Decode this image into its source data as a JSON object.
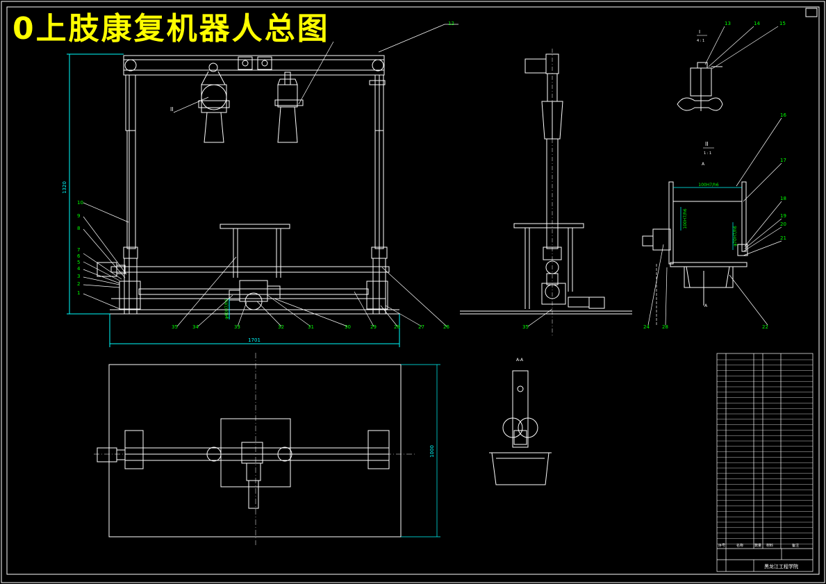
{
  "title": "0上肢康复机器人总图",
  "callouts": {
    "n1": "1",
    "n2": "2",
    "n3": "3",
    "n4": "4",
    "n5": "5",
    "n6": "6",
    "n7": "7",
    "n8": "8",
    "n9": "9",
    "n10": "10",
    "n12": "12",
    "n13": "13",
    "n14": "14",
    "n15": "15",
    "n16": "16",
    "n17": "17",
    "n18": "18",
    "n19": "19",
    "n20": "20",
    "n21": "21",
    "n22": "22",
    "n24": "24",
    "n26": "26",
    "n27": "27",
    "n28": "28",
    "n28b": "28",
    "n29": "29",
    "n30": "30",
    "n31": "31",
    "n32": "32",
    "n33": "33",
    "n34": "34",
    "n35": "35",
    "n35b": "35"
  },
  "dimensions": {
    "front_height": "1320",
    "front_width": "1701",
    "plan_height": "1000",
    "detail_width": "100H7/h6",
    "detail_v1": "100H7/h6",
    "detail_v2": "φ70H7/h6",
    "front_small": "φ40H7/h6"
  },
  "section_marks": {
    "view_I": "I",
    "view_I_scale": "4 : 1",
    "view_II": "II",
    "view_II_scale": "1 : 1",
    "front_II": "II",
    "aa_top": "A-A",
    "a_left": "A",
    "a_bottom": "A"
  },
  "title_block": {
    "col_header_1": "序号",
    "col_header_2": "名称",
    "col_header_3": "数量",
    "col_header_4": "材料",
    "col_header_5": "备注",
    "company": "黑龙江工程学院"
  },
  "colors": {
    "background": "#000000",
    "line": "#ffffff",
    "dimension": "#00ffff",
    "title": "#ffff00",
    "label": "#00ff00"
  }
}
